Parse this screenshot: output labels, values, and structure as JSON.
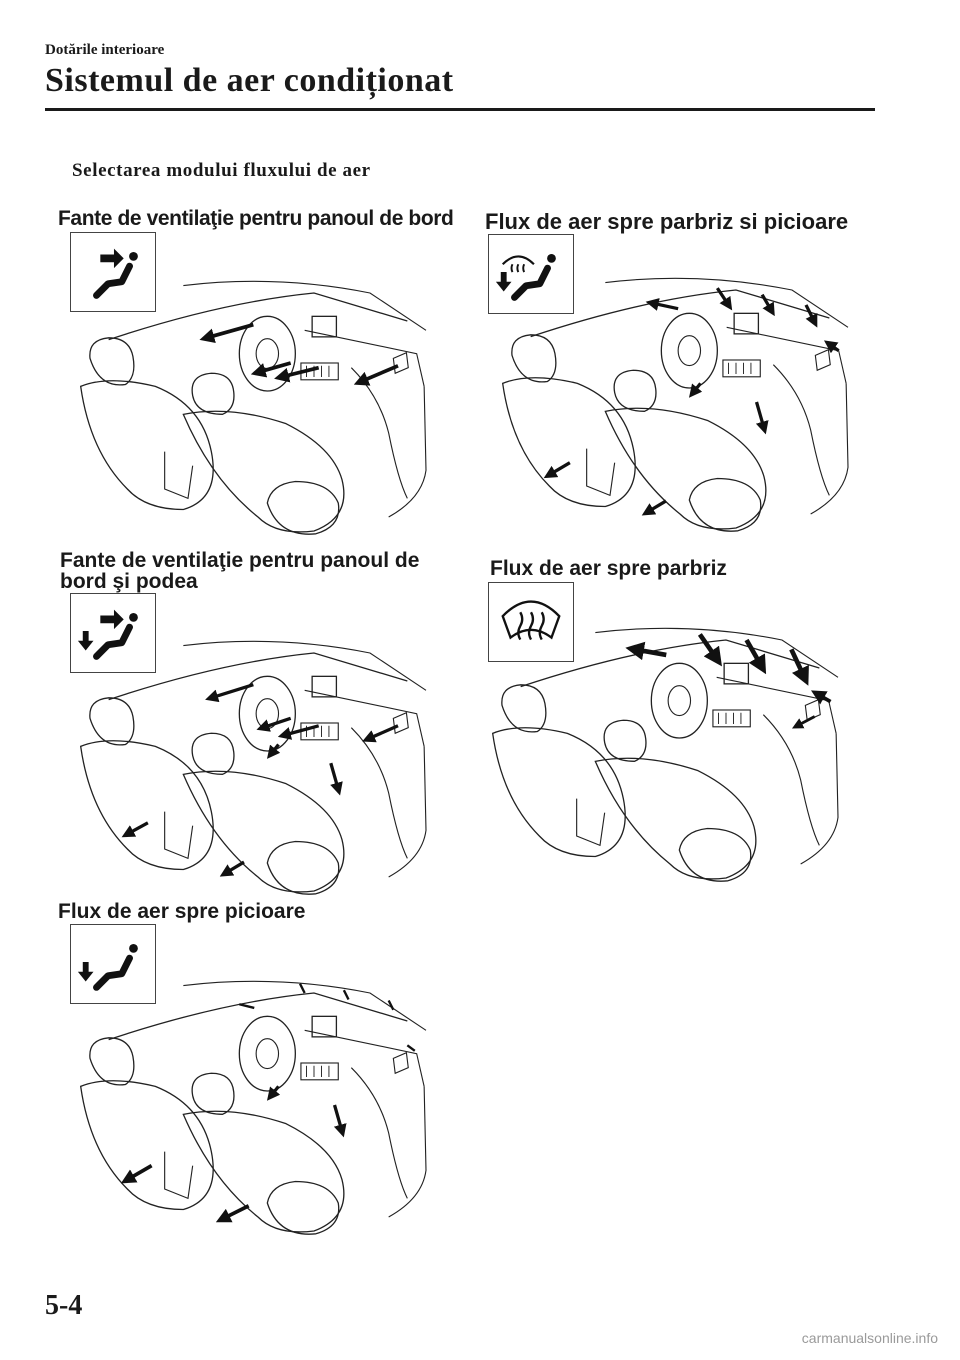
{
  "header": {
    "breadcrumb": "Dotările interioare",
    "title": "Sistemul de aer condiționat"
  },
  "section": {
    "heading": "Selectarea modului fluxului de aer"
  },
  "modes": [
    {
      "label": "Fante de ventilaţie pentru panoul de bord",
      "icon": "vent-face-icon"
    },
    {
      "label": "Flux de aer spre parbriz si picioare",
      "icon": "defrost-floor-icon"
    },
    {
      "label_line1": "Fante de ventilaţie pentru panoul de",
      "label_line2": "bord şi podea",
      "icon": "vent-bilevel-icon"
    },
    {
      "label": "Flux de aer spre parbriz",
      "icon": "defrost-icon"
    },
    {
      "label": "Flux de aer spre picioare",
      "icon": "vent-floor-icon"
    }
  ],
  "footer": {
    "page_number": "5-4",
    "watermark": "carmanualsonline.info"
  }
}
